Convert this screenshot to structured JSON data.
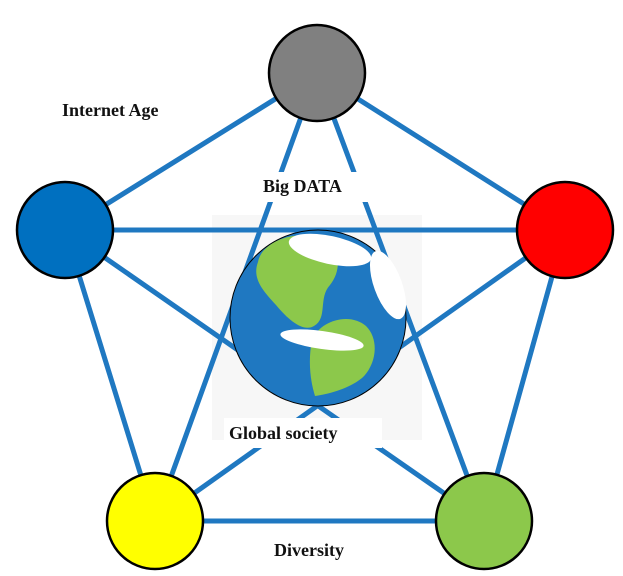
{
  "labels": {
    "internet_age": "Internet Age",
    "big_data": "Big DATA",
    "global_society": "Global society",
    "diversity": "Diversity"
  },
  "colors": {
    "edge": "#1f78c1",
    "outline": "#000000",
    "node_top": "#808080",
    "node_left": "#0070c0",
    "node_right": "#ff0000",
    "node_bottom_left": "#ffff00",
    "node_bottom_right": "#8cc84b",
    "globe_ocean": "#1f78c1",
    "globe_land": "#8cc84b",
    "globe_cloud": "#ffffff"
  },
  "icons": {
    "center": "globe-icon"
  }
}
